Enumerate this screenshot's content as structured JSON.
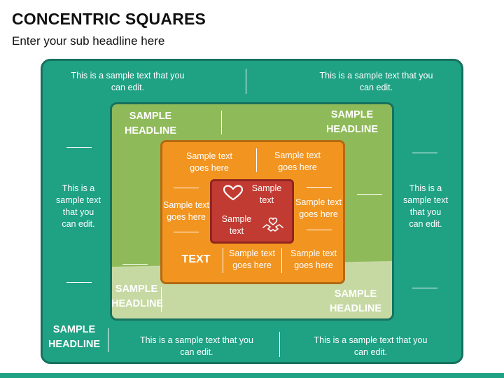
{
  "header": {
    "title": "CONCENTRIC SQUARES",
    "subtitle": "Enter your sub headline here"
  },
  "outer": {
    "top_left": "This is a sample text that you can edit.",
    "top_right": "This is a sample text that you can edit.",
    "left": "This is a sample text that you can edit.",
    "right": "This is a sample text that you can edit.",
    "bottom_headline": "SAMPLE HEADLINE",
    "bottom_mid": "This is a sample text that you can edit.",
    "bottom_right": "This is a sample text that you can edit."
  },
  "middle": {
    "top_left_headline": "SAMPLE HEADLINE",
    "top_right_headline": "SAMPLE HEADLINE",
    "bottom_left_headline": "SAMPLE HEADLINE",
    "bottom_right_headline": "SAMPLE HEADLINE"
  },
  "inner": {
    "top_left": "Sample text goes here",
    "top_right": "Sample text goes here",
    "left": "Sample text goes here",
    "right": "Sample text goes here",
    "bottom_label": "TEXT",
    "bottom_mid": "Sample text goes here",
    "bottom_right": "Sample text goes here"
  },
  "core": {
    "top_text": "Sample text",
    "bottom_text": "Sample text",
    "icon_top": "heart-icon",
    "icon_bottom": "handshake-heart-icon"
  },
  "colors": {
    "outer": "#1fa184",
    "middle": "#8fba59",
    "middle_light": "#c6d9a3",
    "inner": "#f29420",
    "core": "#c23b32"
  }
}
